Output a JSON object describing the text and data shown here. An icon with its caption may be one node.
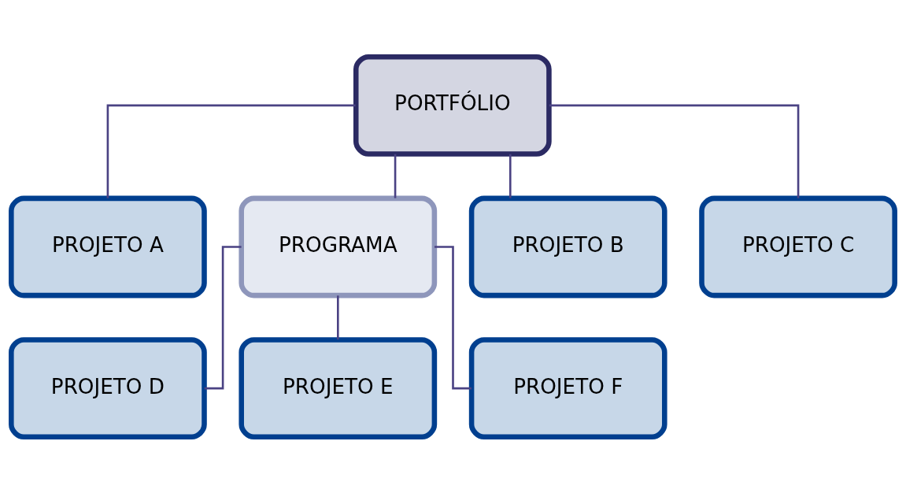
{
  "diagram": {
    "nodes": [
      {
        "text": [
          "PORTFÓLIO"
        ]
      },
      {
        "text": [
          "PROJETO A"
        ]
      },
      {
        "text": [
          "PROGRAMA"
        ]
      },
      {
        "text": [
          "PROJETO B"
        ]
      },
      {
        "text": [
          "PROJETO C"
        ]
      },
      {
        "text": [
          "PROJETO D"
        ]
      },
      {
        "text": [
          "PROJETO E"
        ]
      },
      {
        "text": [
          "PROJETO F"
        ]
      }
    ],
    "edges": [
      {
        "from": 0,
        "to": 1,
        "arrow": "none"
      },
      {
        "from": 0,
        "to": 2,
        "arrow": "none"
      },
      {
        "from": 0,
        "to": 3,
        "arrow": "none"
      },
      {
        "from": 0,
        "to": 4,
        "arrow": "none"
      },
      {
        "from": 2,
        "to": 5,
        "arrow": "none"
      },
      {
        "from": 2,
        "to": 6,
        "arrow": "none"
      },
      {
        "from": 2,
        "to": 7,
        "arrow": "none"
      }
    ]
  }
}
